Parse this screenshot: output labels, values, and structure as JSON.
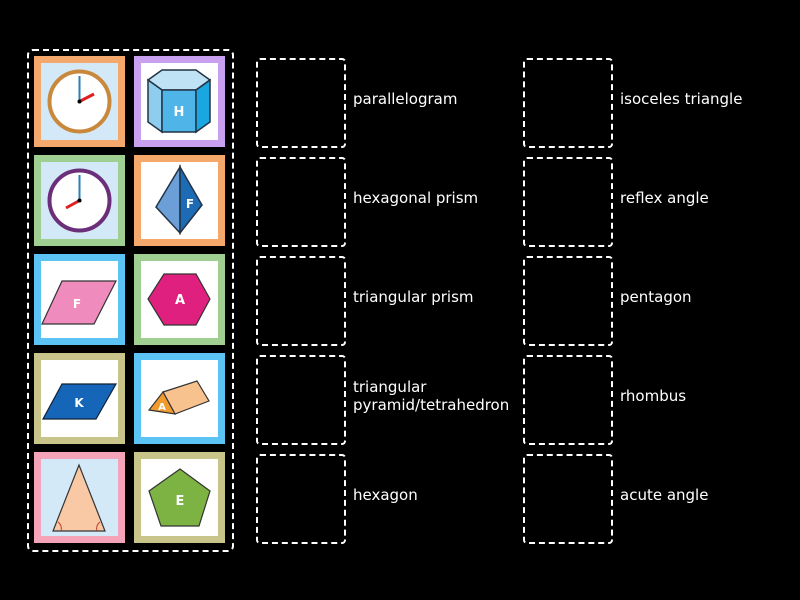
{
  "tiles": [
    {
      "name": "clock-2oclock",
      "letter": "",
      "border": "#f4a86b"
    },
    {
      "name": "hexagonal-prism",
      "letter": "H",
      "border": "#c9a0f0"
    },
    {
      "name": "clock-8oclock",
      "letter": "",
      "border": "#9fcf91"
    },
    {
      "name": "tetrahedron",
      "letter": "F",
      "border": "#f4a86b"
    },
    {
      "name": "parallelogram",
      "letter": "F",
      "border": "#5bc4f5"
    },
    {
      "name": "hexagon",
      "letter": "A",
      "border": "#9fcf91"
    },
    {
      "name": "rhombus",
      "letter": "K",
      "border": "#c8c48a"
    },
    {
      "name": "triangular-prism",
      "letter": "A",
      "border": "#5bc4f5"
    },
    {
      "name": "isosceles-triangle",
      "letter": "",
      "border": "#f4a3b8"
    },
    {
      "name": "pentagon",
      "letter": "E",
      "border": "#c8c48a"
    }
  ],
  "targets_left": [
    "parallelogram",
    "hexagonal prism",
    "triangular prism",
    "triangular pyramid/tetrahedron",
    "hexagon"
  ],
  "targets_right": [
    "isoceles triangle",
    "reflex angle",
    "pentagon",
    "rhombus",
    "acute angle"
  ]
}
